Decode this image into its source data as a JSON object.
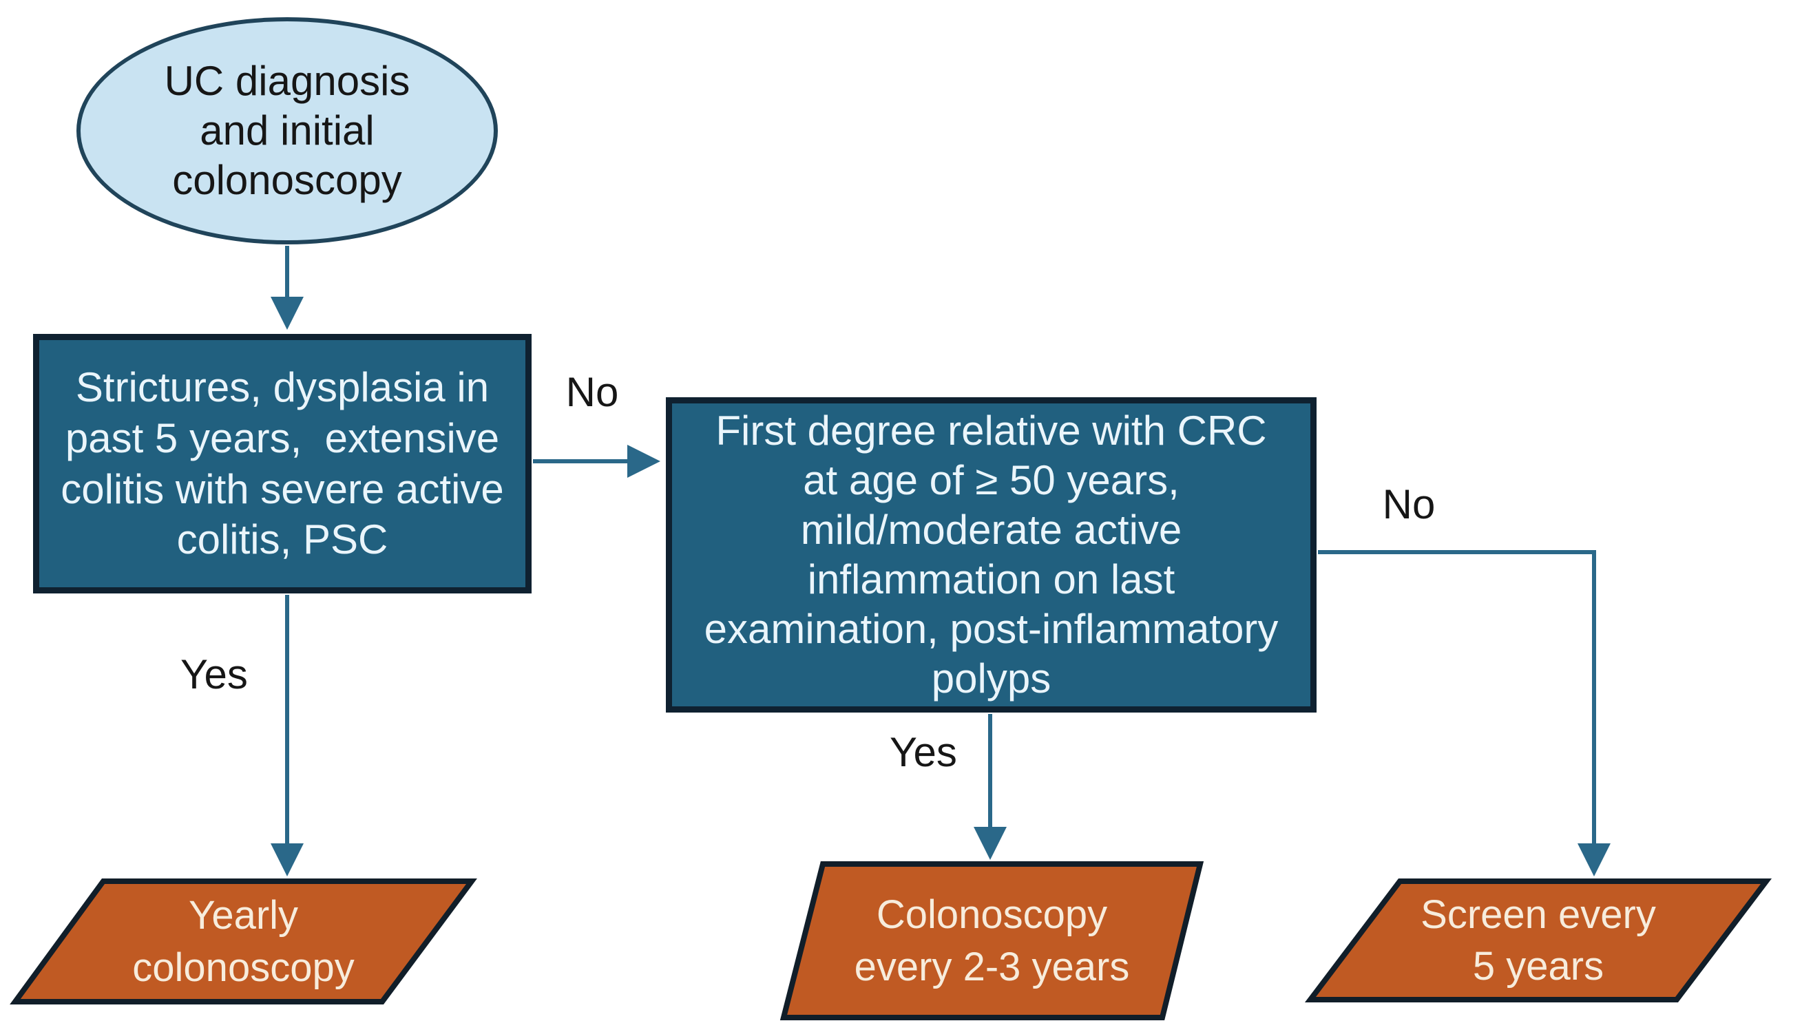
{
  "nodes": {
    "start": {
      "text": "UC diagnosis\nand initial\ncolonoscopy"
    },
    "decision1": {
      "text": "Strictures, dysplasia in\npast 5 years,  extensive\ncolitis with severe active\ncolitis, PSC"
    },
    "decision2": {
      "text": "First degree relative with CRC\nat age of ≥ 50 years,\nmild/moderate active\ninflammation on last\nexamination, post-inflammatory\npolyps"
    },
    "outcome_yearly": {
      "text": "Yearly\ncolonoscopy"
    },
    "outcome_2_3_years": {
      "text": "Colonoscopy\nevery 2-3 years"
    },
    "outcome_5_years": {
      "text": "Screen every\n5 years"
    }
  },
  "edges": {
    "decision1_no_label": "No",
    "decision1_yes_label": "Yes",
    "decision2_yes_label": "Yes",
    "decision2_no_label": "No"
  },
  "colors": {
    "start_fill": "#c9e3f2",
    "start_border": "#20445a",
    "decision_fill": "#21607f",
    "decision_border": "#0f2130",
    "outcome_fill": "#c05a23",
    "outcome_border": "#111e29",
    "arrow": "#2a6889",
    "decision_text": "#eaf5fb",
    "outcome_text": "#f7ecdc",
    "label_text": "#161616"
  }
}
